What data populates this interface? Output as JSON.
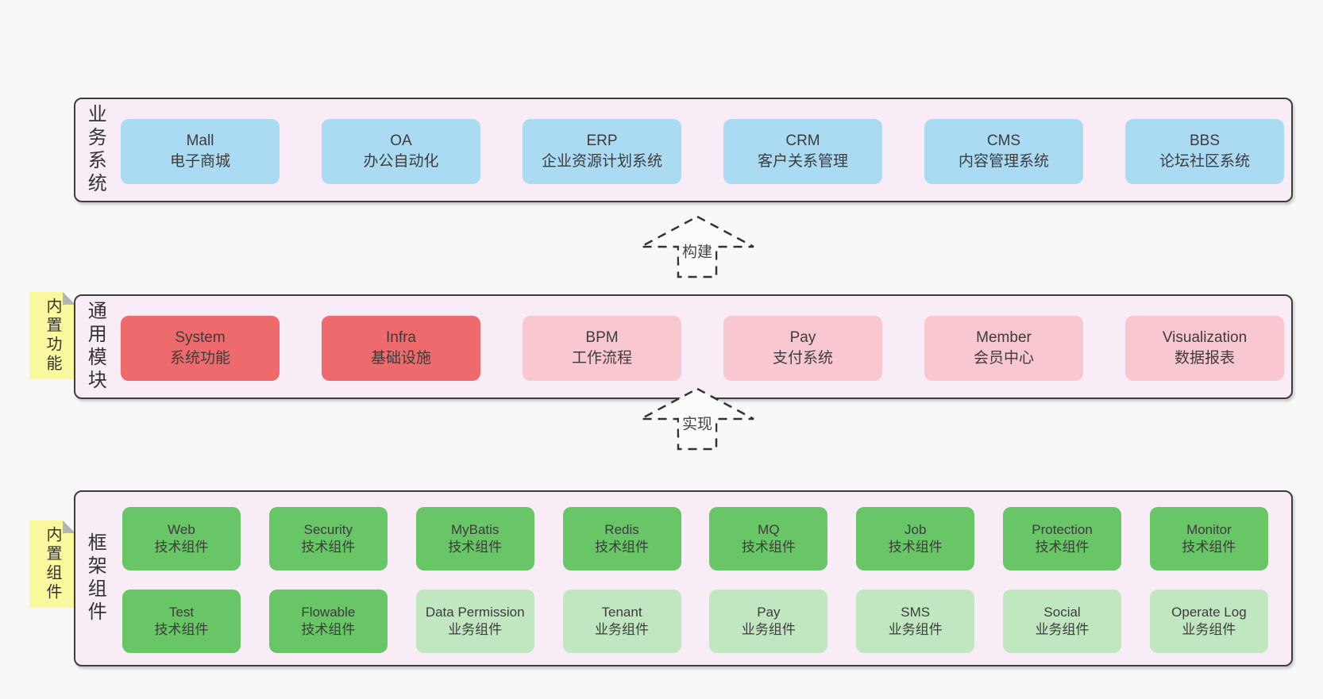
{
  "colors": {
    "page-bg": "#f8f8f8",
    "band-bg": "#f8edf6",
    "band-border": "#3d3d3d",
    "blue": "#aadbf3",
    "red": "#ef6a6c",
    "pink": "#f9c7d0",
    "green-dark": "#68c667",
    "green-light": "#c1e7c0",
    "note-yellow": "#fbf99d",
    "note-fold": "#b4b4b4",
    "text": "#3b3b3b"
  },
  "arrows": [
    {
      "label": "构建"
    },
    {
      "label": "实现"
    }
  ],
  "bands": [
    {
      "label": "业务系统",
      "boxes": [
        {
          "title": "Mall",
          "subtitle": "电子商城"
        },
        {
          "title": "OA",
          "subtitle": "办公自动化"
        },
        {
          "title": "ERP",
          "subtitle": "企业资源计划系统"
        },
        {
          "title": "CRM",
          "subtitle": "客户关系管理"
        },
        {
          "title": "CMS",
          "subtitle": "内容管理系统"
        },
        {
          "title": "BBS",
          "subtitle": "论坛社区系统"
        }
      ]
    },
    {
      "label": "通用模块",
      "note": "内置功能",
      "boxes": [
        {
          "title": "System",
          "subtitle": "系统功能"
        },
        {
          "title": "Infra",
          "subtitle": "基础设施"
        },
        {
          "title": "BPM",
          "subtitle": "工作流程"
        },
        {
          "title": "Pay",
          "subtitle": "支付系统"
        },
        {
          "title": "Member",
          "subtitle": "会员中心"
        },
        {
          "title": "Visualization",
          "subtitle": "数据报表"
        }
      ]
    },
    {
      "label": "框架组件",
      "note": "内置组件",
      "rows": [
        [
          {
            "title": "Web",
            "subtitle": "技术组件"
          },
          {
            "title": "Security",
            "subtitle": "技术组件"
          },
          {
            "title": "MyBatis",
            "subtitle": "技术组件"
          },
          {
            "title": "Redis",
            "subtitle": "技术组件"
          },
          {
            "title": "MQ",
            "subtitle": "技术组件"
          },
          {
            "title": "Job",
            "subtitle": "技术组件"
          },
          {
            "title": "Protection",
            "subtitle": "技术组件"
          },
          {
            "title": "Monitor",
            "subtitle": "技术组件"
          }
        ],
        [
          {
            "title": "Test",
            "subtitle": "技术组件"
          },
          {
            "title": "Flowable",
            "subtitle": "技术组件"
          },
          {
            "title": "Data Permission",
            "subtitle": "业务组件"
          },
          {
            "title": "Tenant",
            "subtitle": "业务组件"
          },
          {
            "title": "Pay",
            "subtitle": "业务组件"
          },
          {
            "title": "SMS",
            "subtitle": "业务组件"
          },
          {
            "title": "Social",
            "subtitle": "业务组件"
          },
          {
            "title": "Operate Log",
            "subtitle": "业务组件"
          }
        ]
      ]
    }
  ]
}
